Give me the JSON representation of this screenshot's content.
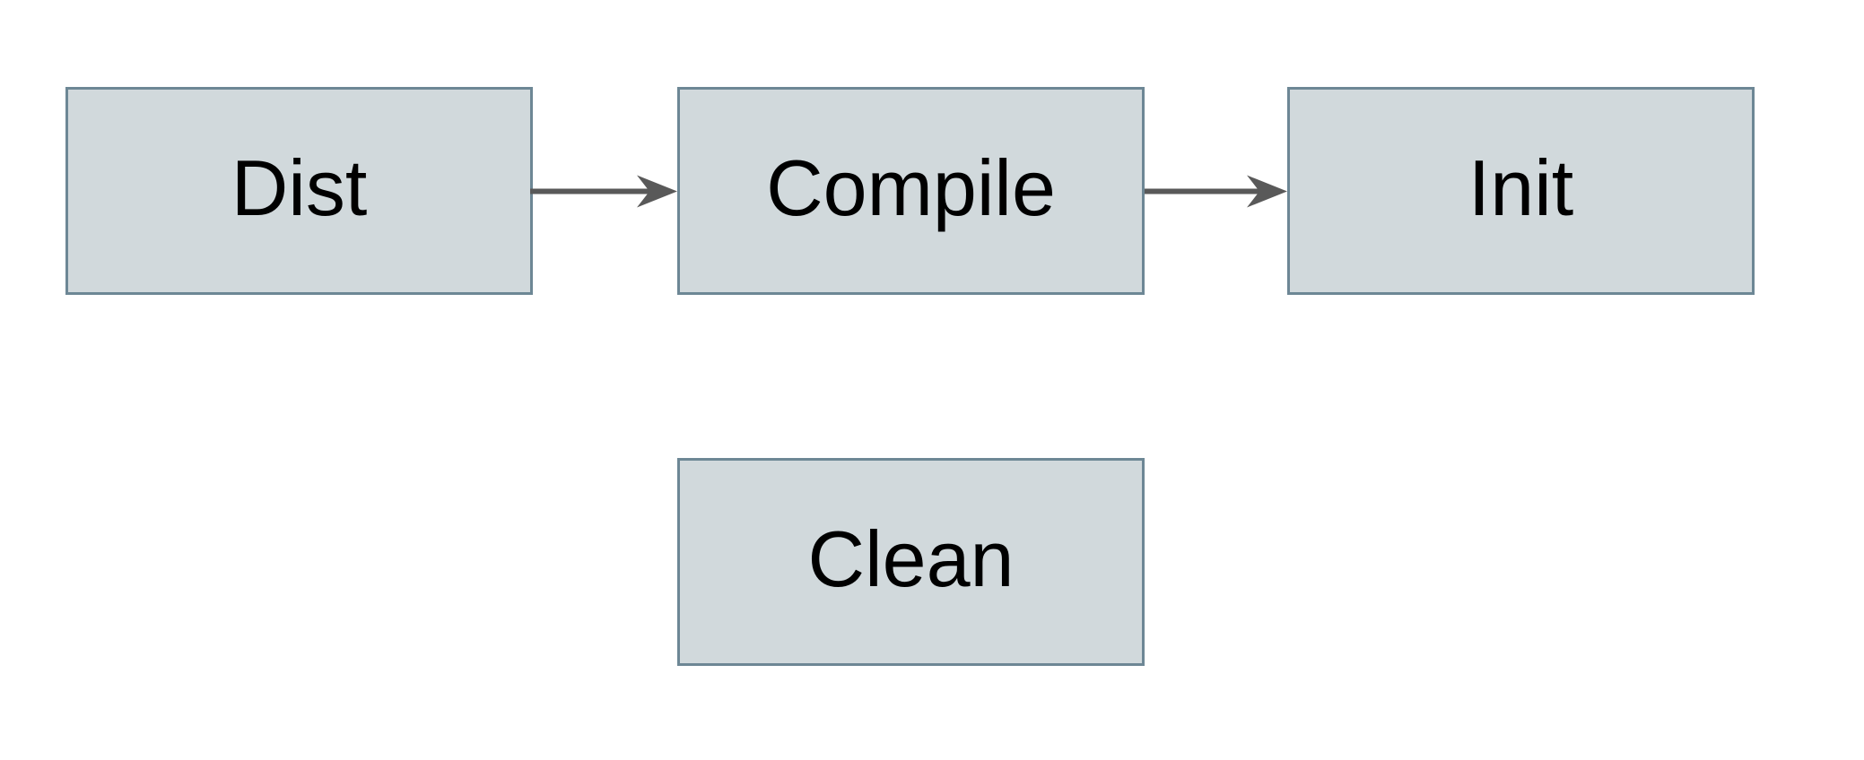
{
  "diagram": {
    "type": "flowchart",
    "background_color": "#ffffff",
    "node_fill_color": "#d1d9dc",
    "node_border_color": "#6d8795",
    "arrow_color": "#595959",
    "text_color": "#000000",
    "nodes": [
      {
        "id": "dist",
        "label": "Dist"
      },
      {
        "id": "compile",
        "label": "Compile"
      },
      {
        "id": "init",
        "label": "Init"
      },
      {
        "id": "clean",
        "label": "Clean"
      }
    ],
    "edges": [
      {
        "from": "Dist",
        "to": "Compile",
        "style": "solid-arrow"
      },
      {
        "from": "Compile",
        "to": "Init",
        "style": "solid-arrow"
      }
    ]
  }
}
